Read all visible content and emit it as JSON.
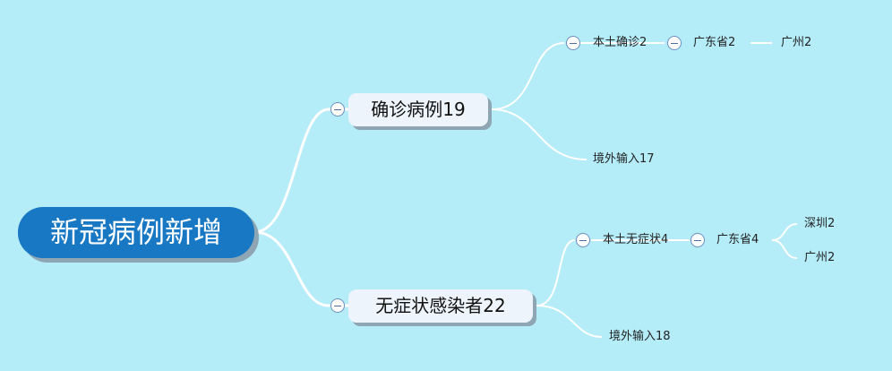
{
  "root": {
    "label": "新冠病例新增"
  },
  "confirmed": {
    "label": "确诊病例19",
    "local": {
      "label": "本土确诊2",
      "province": {
        "label": "广东省2",
        "cities": [
          "广州2"
        ]
      }
    },
    "imported": {
      "label": "境外输入17"
    }
  },
  "asymptomatic": {
    "label": "无症状感染者22",
    "local": {
      "label": "本土无症状4",
      "province": {
        "label": "广东省4",
        "cities": [
          "深圳2",
          "广州2"
        ]
      }
    },
    "imported": {
      "label": "境外输入18"
    }
  },
  "colors": {
    "background": "#b4ecf8",
    "root_fill": "#1878c4",
    "branch_fill": "#eef4fb",
    "connector": "#ffffff",
    "toggle_border": "#6c8fbf"
  }
}
